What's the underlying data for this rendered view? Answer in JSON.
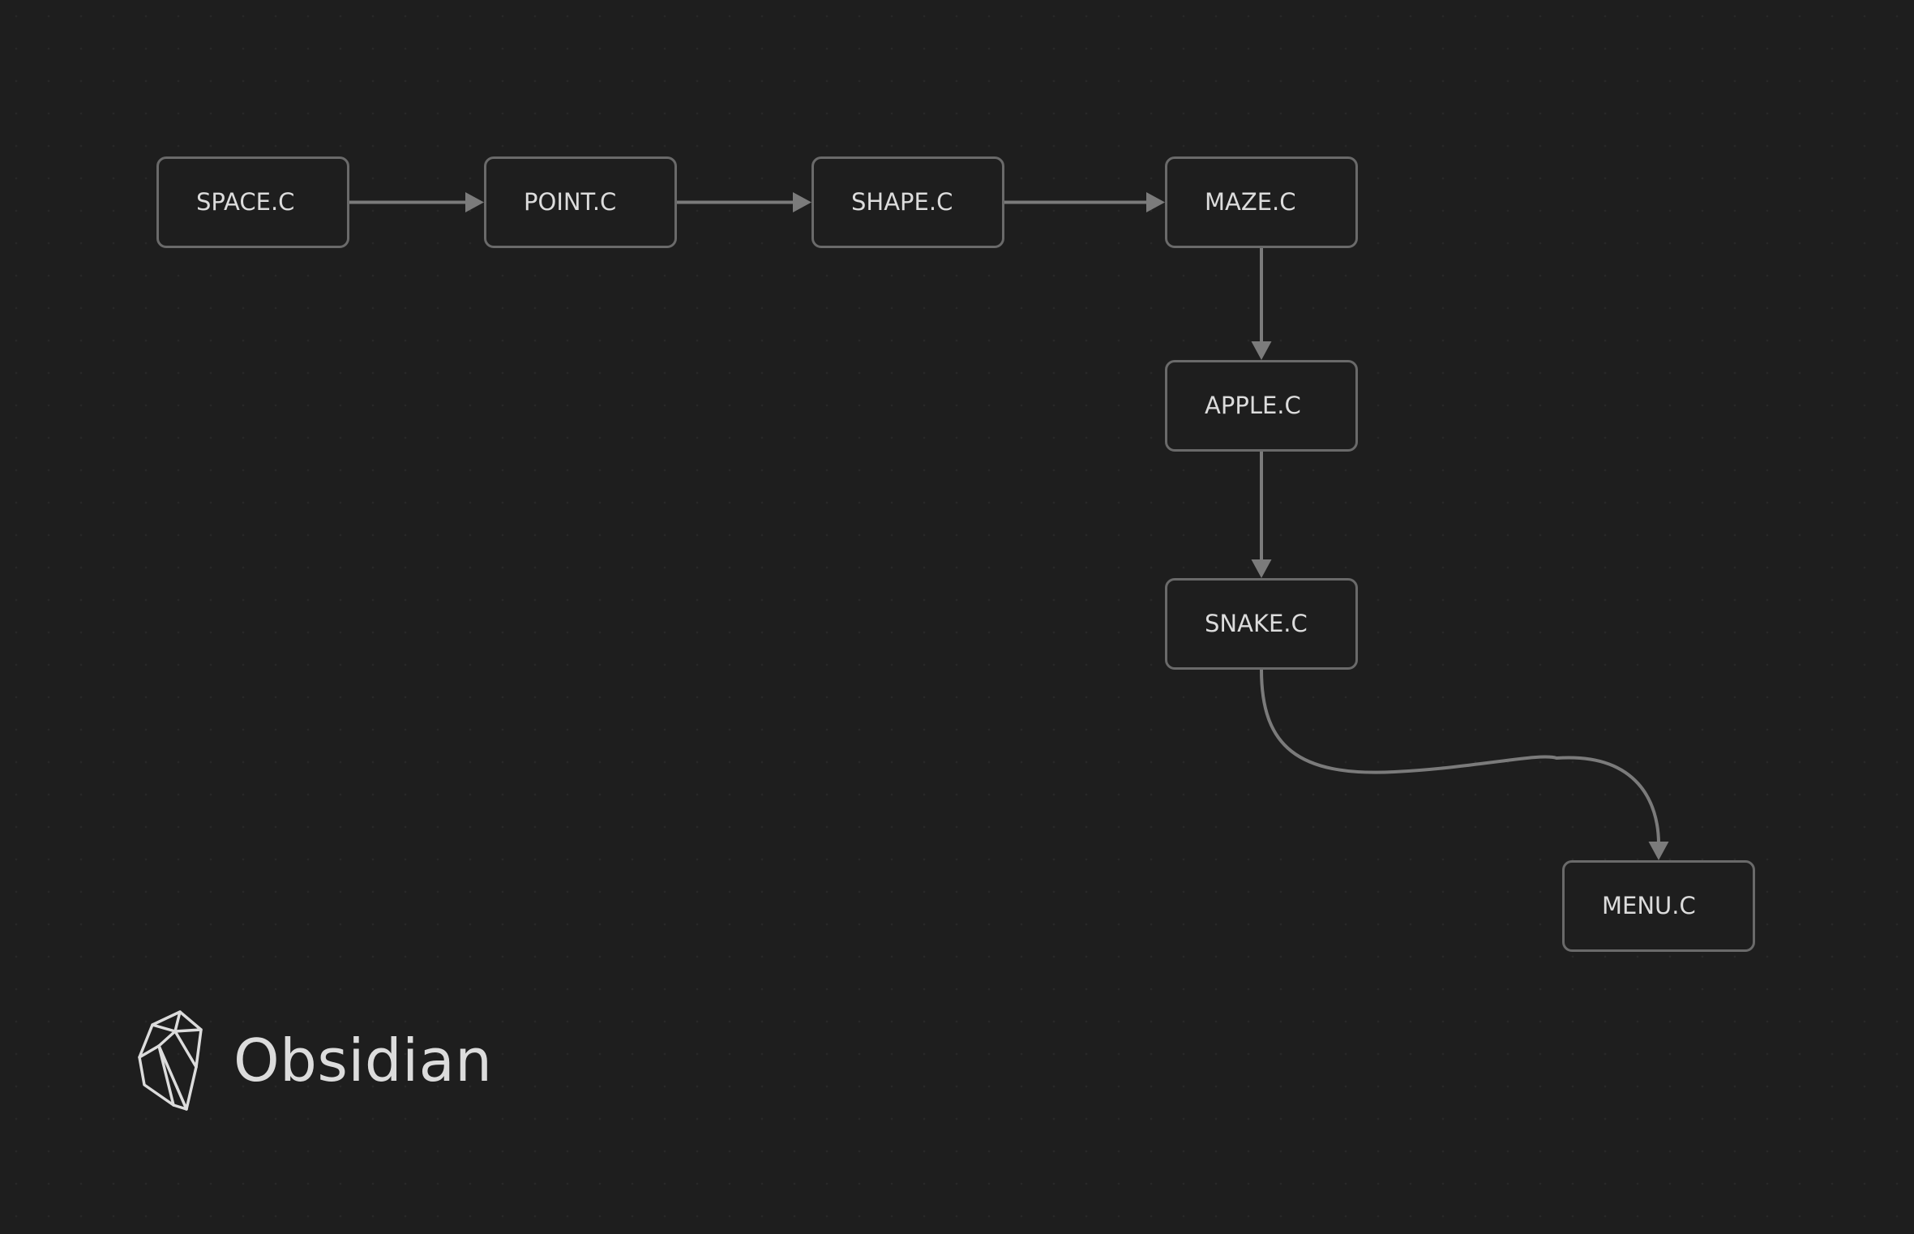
{
  "canvas": {
    "background_color": "#1e1e1e",
    "edge_color": "#7b7b7b",
    "node_border_color": "#6a6a6a",
    "text_color": "#dcdcdc"
  },
  "nodes": [
    {
      "id": "space",
      "label": "SPACE.C"
    },
    {
      "id": "point",
      "label": "POINT.C"
    },
    {
      "id": "shape",
      "label": "SHAPE.C"
    },
    {
      "id": "maze",
      "label": "MAZE.C"
    },
    {
      "id": "apple",
      "label": "APPLE.C"
    },
    {
      "id": "snake",
      "label": "SNAKE.C"
    },
    {
      "id": "menu",
      "label": "MENU.C"
    }
  ],
  "edges": [
    {
      "from": "space",
      "to": "point"
    },
    {
      "from": "point",
      "to": "shape"
    },
    {
      "from": "shape",
      "to": "maze"
    },
    {
      "from": "maze",
      "to": "apple"
    },
    {
      "from": "apple",
      "to": "snake"
    },
    {
      "from": "snake",
      "to": "menu"
    }
  ],
  "branding": {
    "name": "Obsidian",
    "icon": "obsidian-logo-icon"
  }
}
